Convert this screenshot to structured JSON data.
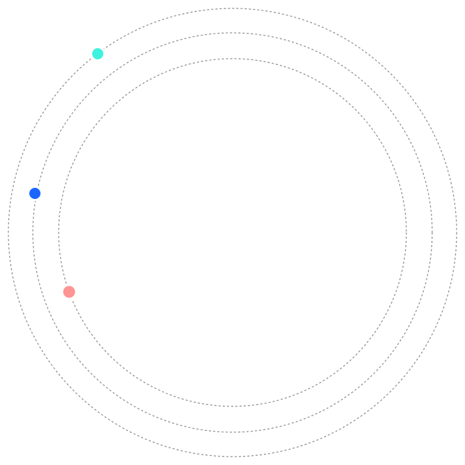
{
  "orbits": [
    {
      "name": "outer",
      "stroke": "#8a8a8a",
      "planet_color": "#3ef2df"
    },
    {
      "name": "middle",
      "stroke": "#8a8a8a",
      "planet_color": "#1a66ff"
    },
    {
      "name": "inner",
      "stroke": "#8a8a8a",
      "planet_color": "#ff9494"
    }
  ]
}
